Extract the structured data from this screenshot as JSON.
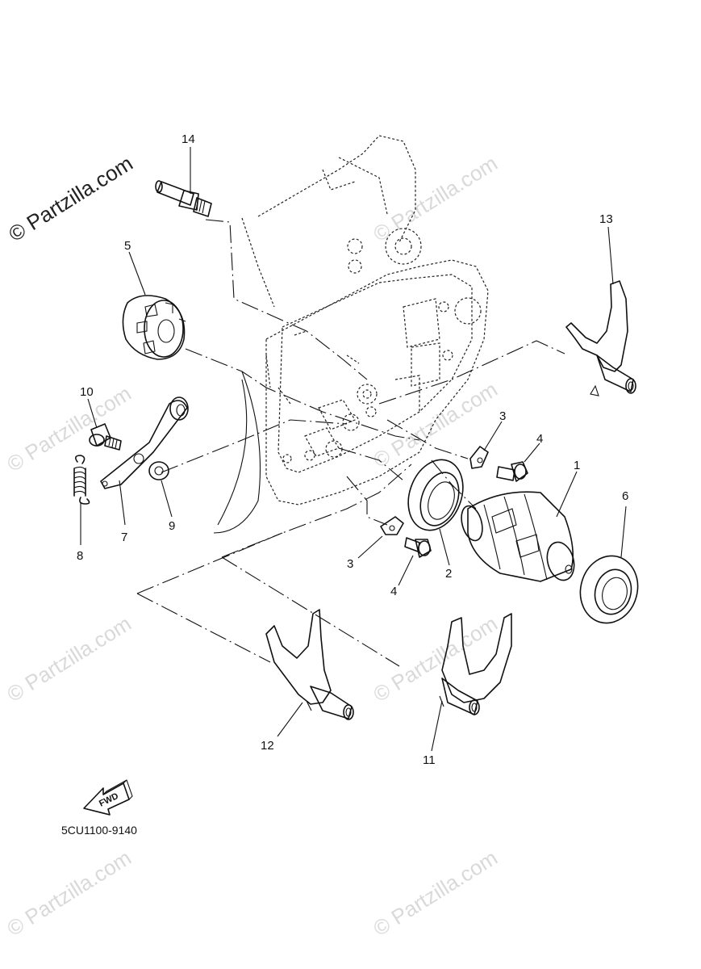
{
  "diagram": {
    "code": "5CU1100-9140",
    "fwd_label": "FWD",
    "watermark": "© Partzilla.com",
    "callouts": [
      "1",
      "2",
      "3",
      "3",
      "4",
      "4",
      "5",
      "6",
      "7",
      "8",
      "9",
      "10",
      "11",
      "12",
      "13",
      "14"
    ]
  }
}
